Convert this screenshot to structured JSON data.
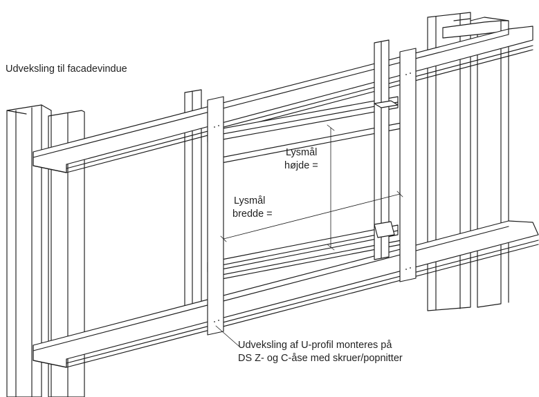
{
  "diagram": {
    "title": "Udveksling til facadevindue",
    "labels": {
      "height_line1": "Lysmål",
      "height_line2": "højde =",
      "width_line1": "Lysmål",
      "width_line2": "bredde =",
      "note_line1": "Udveksling af U-profil monteres på",
      "note_line2": "DS Z- og C-åse med skruer/popnitter"
    }
  }
}
